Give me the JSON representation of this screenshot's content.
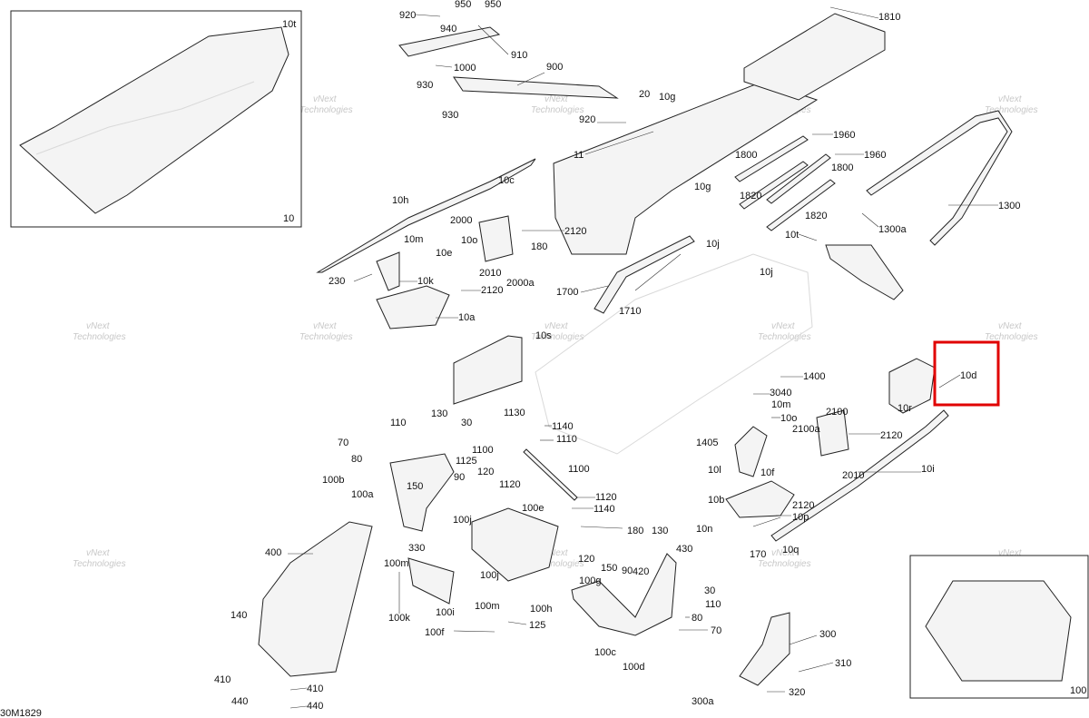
{
  "diagram": {
    "code": "30M1829",
    "highlight_color": "#e00000",
    "watermark_line1": "vNext",
    "watermark_line2": "Technologies",
    "insets": [
      {
        "id": "frame-top",
        "callout": "10t",
        "label": "10"
      },
      {
        "id": "frame-bottom",
        "label": "100"
      }
    ],
    "labels": [
      "920",
      "950",
      "950",
      "940",
      "910",
      "1000",
      "930",
      "900",
      "930",
      "20",
      "10g",
      "920",
      "1810",
      "11",
      "10c",
      "10g",
      "1800",
      "1960",
      "1960",
      "1800",
      "1820",
      "1820",
      "1300",
      "1300a",
      "10t",
      "10h",
      "2000",
      "2120",
      "10m",
      "10o",
      "10e",
      "180",
      "10j",
      "2010",
      "2000a",
      "10j",
      "230",
      "10k",
      "2120",
      "1700",
      "1710",
      "10a",
      "10s",
      "1400",
      "10d",
      "10r",
      "3040",
      "10m",
      "2100",
      "1405",
      "10o",
      "2100a",
      "2120",
      "110",
      "130",
      "30",
      "1130",
      "1140",
      "1110",
      "70",
      "80",
      "1100",
      "1125",
      "1100",
      "100b",
      "120",
      "1120",
      "90",
      "100a",
      "150",
      "100e",
      "1120",
      "1140",
      "10l",
      "10f",
      "2010",
      "10b",
      "2120",
      "10i",
      "10p",
      "10n",
      "170",
      "10q",
      "100j",
      "180",
      "130",
      "400",
      "330",
      "100m",
      "120",
      "430",
      "100j",
      "150",
      "90",
      "420",
      "100g",
      "30",
      "110",
      "100k",
      "100i",
      "100m",
      "100h",
      "140",
      "125",
      "80",
      "70",
      "100f",
      "100c",
      "300",
      "410",
      "410",
      "100d",
      "310",
      "440",
      "440",
      "320",
      "300a",
      "10d"
    ]
  }
}
